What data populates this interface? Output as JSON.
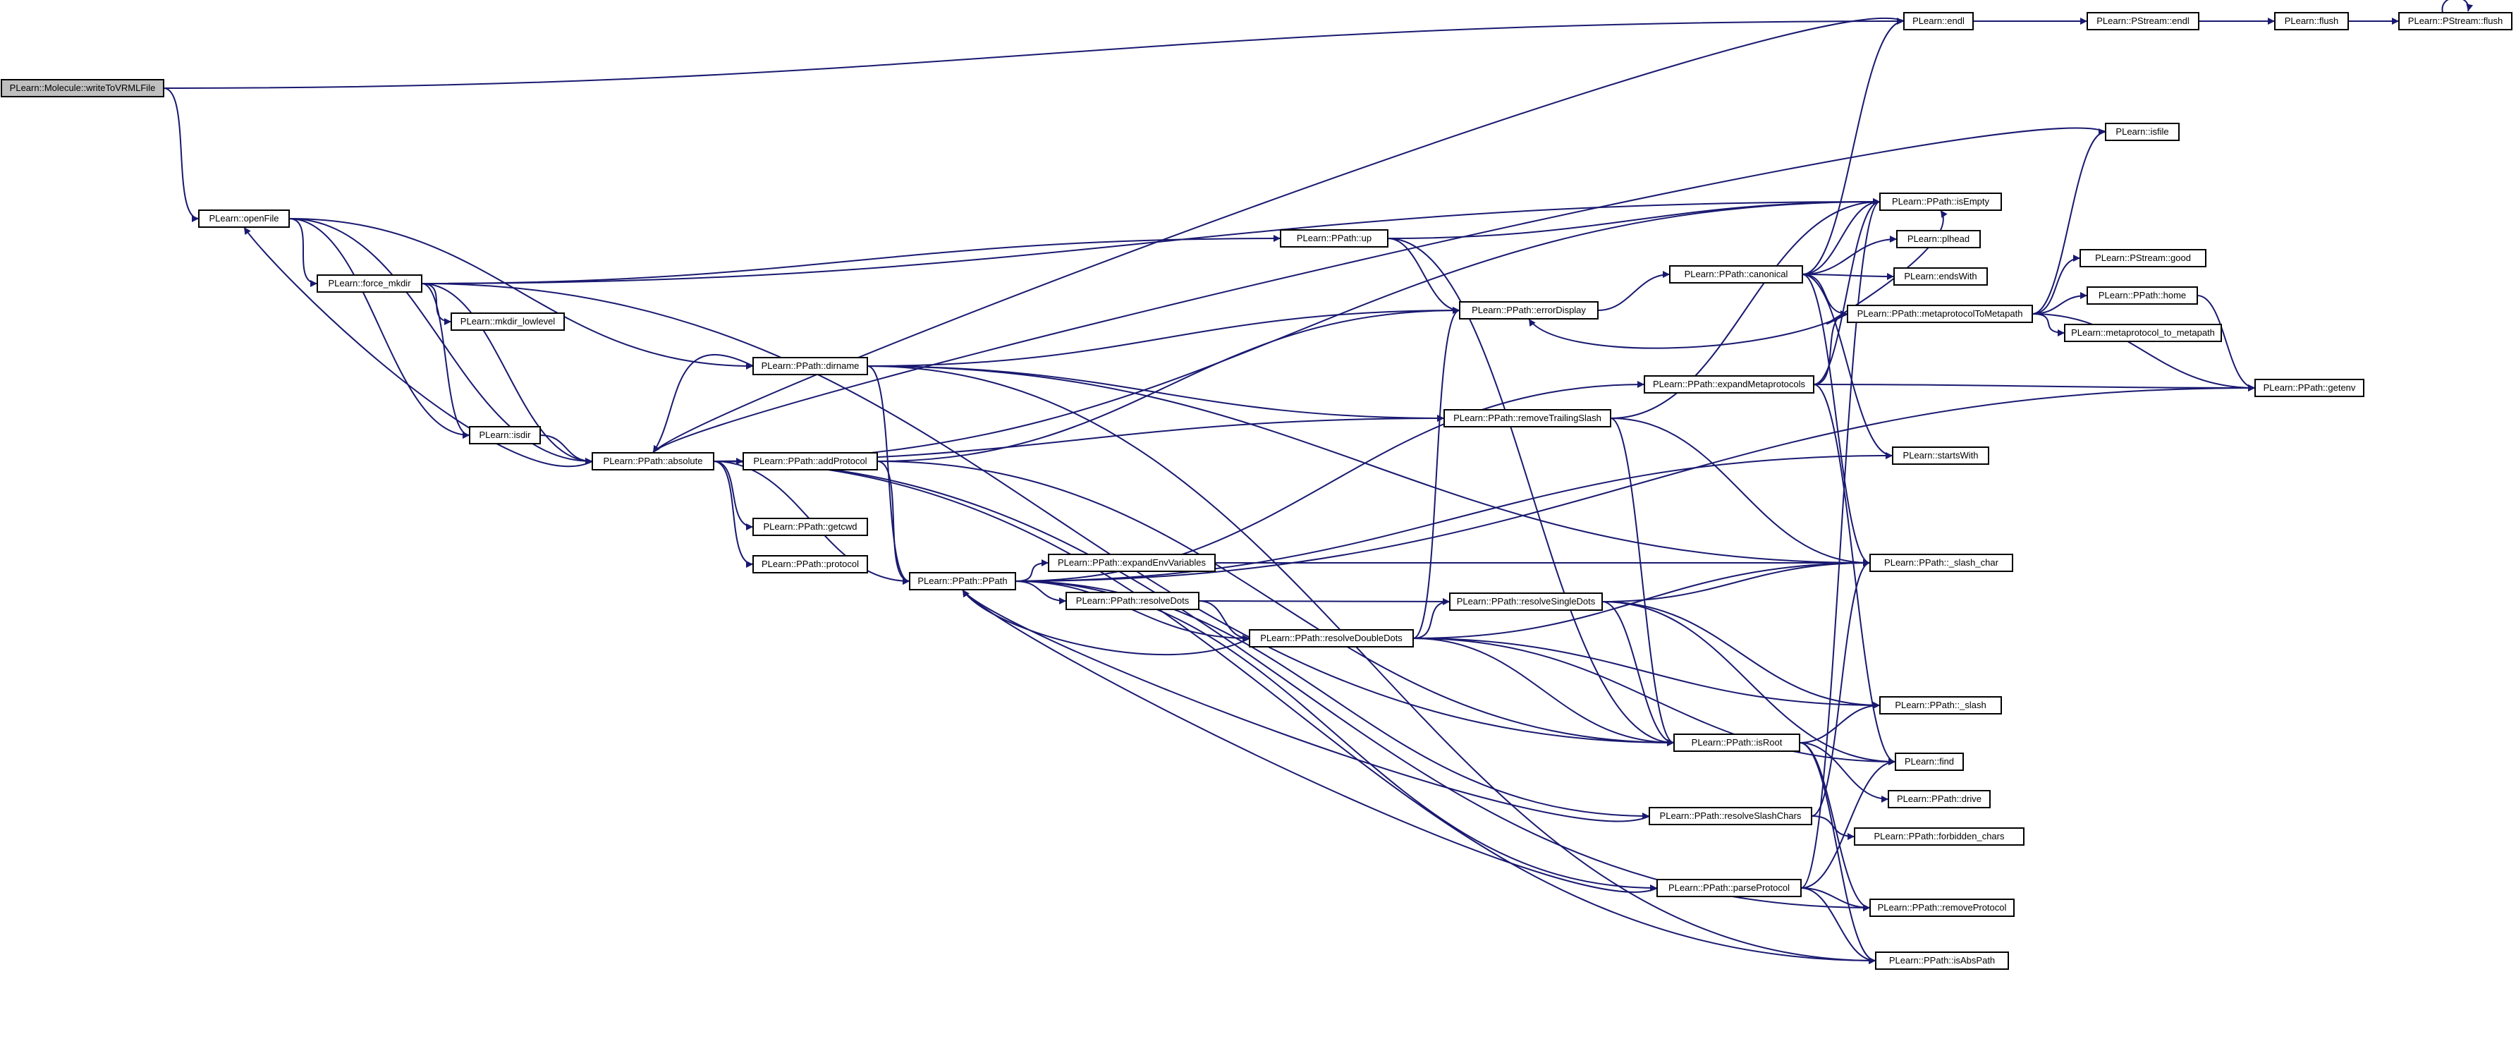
{
  "diagram": {
    "title": "",
    "nodes": [
      {
        "id": "writeToVRMLFile",
        "label": "PLearn::Molecule::writeToVRMLFile",
        "root": true
      },
      {
        "id": "openFile",
        "label": "PLearn::openFile"
      },
      {
        "id": "force_mkdir",
        "label": "PLearn::force_mkdir"
      },
      {
        "id": "mkdir_lowlevel",
        "label": "PLearn::mkdir_lowlevel"
      },
      {
        "id": "isdir",
        "label": "PLearn::isdir"
      },
      {
        "id": "absolute",
        "label": "PLearn::PPath::absolute"
      },
      {
        "id": "dirname",
        "label": "PLearn::PPath::dirname"
      },
      {
        "id": "addProtocol",
        "label": "PLearn::PPath::addProtocol"
      },
      {
        "id": "getcwd",
        "label": "PLearn::PPath::getcwd"
      },
      {
        "id": "protocol",
        "label": "PLearn::PPath::protocol"
      },
      {
        "id": "PPath",
        "label": "PLearn::PPath::PPath"
      },
      {
        "id": "expandEnvVariables",
        "label": "PLearn::PPath::expandEnvVariables"
      },
      {
        "id": "resolveDots",
        "label": "PLearn::PPath::resolveDots"
      },
      {
        "id": "resolveDoubleDots",
        "label": "PLearn::PPath::resolveDoubleDots"
      },
      {
        "id": "up",
        "label": "PLearn::PPath::up"
      },
      {
        "id": "errorDisplay",
        "label": "PLearn::PPath::errorDisplay"
      },
      {
        "id": "removeTrailingSlash",
        "label": "PLearn::PPath::removeTrailingSlash"
      },
      {
        "id": "resolveSingleDots",
        "label": "PLearn::PPath::resolveSingleDots"
      },
      {
        "id": "canonical",
        "label": "PLearn::PPath::canonical"
      },
      {
        "id": "expandMetaprotocols",
        "label": "PLearn::PPath::expandMetaprotocols"
      },
      {
        "id": "isRoot",
        "label": "PLearn::PPath::isRoot"
      },
      {
        "id": "resolveSlashChars",
        "label": "PLearn::PPath::resolveSlashChars"
      },
      {
        "id": "parseProtocol",
        "label": "PLearn::PPath::parseProtocol"
      },
      {
        "id": "endl",
        "label": "PLearn::endl"
      },
      {
        "id": "isEmpty",
        "label": "PLearn::PPath::isEmpty"
      },
      {
        "id": "plhead",
        "label": "PLearn::plhead"
      },
      {
        "id": "endsWith",
        "label": "PLearn::endsWith"
      },
      {
        "id": "metaprotocolToMetapath",
        "label": "PLearn::PPath::metaprotocolToMetapath"
      },
      {
        "id": "startsWith",
        "label": "PLearn::startsWith"
      },
      {
        "id": "slash_char",
        "label": "PLearn::PPath::_slash_char"
      },
      {
        "id": "slash",
        "label": "PLearn::PPath::_slash"
      },
      {
        "id": "find",
        "label": "PLearn::find"
      },
      {
        "id": "drive",
        "label": "PLearn::PPath::drive"
      },
      {
        "id": "forbidden_chars",
        "label": "PLearn::PPath::forbidden_chars"
      },
      {
        "id": "removeProtocol",
        "label": "PLearn::PPath::removeProtocol"
      },
      {
        "id": "isAbsPath",
        "label": "PLearn::PPath::isAbsPath"
      },
      {
        "id": "PStream_endl",
        "label": "PLearn::PStream::endl"
      },
      {
        "id": "flush",
        "label": "PLearn::flush"
      },
      {
        "id": "PStream_flush",
        "label": "PLearn::PStream::flush"
      },
      {
        "id": "isfile",
        "label": "PLearn::isfile"
      },
      {
        "id": "PStream_good",
        "label": "PLearn::PStream::good"
      },
      {
        "id": "home",
        "label": "PLearn::PPath::home"
      },
      {
        "id": "metaprotocol_to_metapath",
        "label": "PLearn::metaprotocol_to_metapath"
      },
      {
        "id": "getenv",
        "label": "PLearn::PPath::getenv"
      }
    ],
    "edges": [
      [
        "writeToVRMLFile",
        "endl"
      ],
      [
        "writeToVRMLFile",
        "openFile"
      ],
      [
        "endl",
        "PStream_endl"
      ],
      [
        "PStream_endl",
        "flush"
      ],
      [
        "flush",
        "PStream_flush"
      ],
      [
        "PStream_flush",
        "PStream_flush"
      ],
      [
        "openFile",
        "force_mkdir"
      ],
      [
        "openFile",
        "isdir"
      ],
      [
        "openFile",
        "absolute"
      ],
      [
        "openFile",
        "dirname"
      ],
      [
        "force_mkdir",
        "mkdir_lowlevel"
      ],
      [
        "force_mkdir",
        "isdir"
      ],
      [
        "force_mkdir",
        "absolute"
      ],
      [
        "force_mkdir",
        "isEmpty"
      ],
      [
        "force_mkdir",
        "up"
      ],
      [
        "force_mkdir",
        "isRoot"
      ],
      [
        "isdir",
        "absolute"
      ],
      [
        "absolute",
        "addProtocol"
      ],
      [
        "absolute",
        "getcwd"
      ],
      [
        "absolute",
        "protocol"
      ],
      [
        "absolute",
        "PPath"
      ],
      [
        "absolute",
        "isEmpty"
      ],
      [
        "absolute",
        "removeTrailingSlash"
      ],
      [
        "absolute",
        "isAbsPath"
      ],
      [
        "absolute",
        "removeProtocol"
      ],
      [
        "absolute",
        "openFile"
      ],
      [
        "dirname",
        "PPath"
      ],
      [
        "dirname",
        "errorDisplay"
      ],
      [
        "dirname",
        "removeTrailingSlash"
      ],
      [
        "dirname",
        "slash_char"
      ],
      [
        "dirname",
        "absolute"
      ],
      [
        "dirname",
        "isAbsPath"
      ],
      [
        "addProtocol",
        "PPath"
      ],
      [
        "addProtocol",
        "errorDisplay"
      ],
      [
        "addProtocol",
        "isRoot"
      ],
      [
        "PPath",
        "expandEnvVariables"
      ],
      [
        "PPath",
        "resolveDots"
      ],
      [
        "PPath",
        "resolveDoubleDots"
      ],
      [
        "PPath",
        "expandMetaprotocols"
      ],
      [
        "PPath",
        "startsWith"
      ],
      [
        "PPath",
        "getenv"
      ],
      [
        "PPath",
        "parseProtocol"
      ],
      [
        "PPath",
        "resolveSlashChars"
      ],
      [
        "expandEnvVariables",
        "slash_char"
      ],
      [
        "resolveDots",
        "resolveDoubleDots"
      ],
      [
        "resolveDots",
        "resolveSingleDots"
      ],
      [
        "resolveDoubleDots",
        "PPath"
      ],
      [
        "resolveDoubleDots",
        "errorDisplay"
      ],
      [
        "resolveDoubleDots",
        "resolveSingleDots"
      ],
      [
        "resolveDoubleDots",
        "slash_char"
      ],
      [
        "resolveDoubleDots",
        "slash"
      ],
      [
        "resolveDoubleDots",
        "isRoot"
      ],
      [
        "resolveDoubleDots",
        "find"
      ],
      [
        "up",
        "isEmpty"
      ],
      [
        "up",
        "errorDisplay"
      ],
      [
        "up",
        "isRoot"
      ],
      [
        "errorDisplay",
        "canonical"
      ],
      [
        "removeTrailingSlash",
        "isEmpty"
      ],
      [
        "removeTrailingSlash",
        "isRoot"
      ],
      [
        "removeTrailingSlash",
        "slash_char"
      ],
      [
        "resolveSingleDots",
        "slash_char"
      ],
      [
        "resolveSingleDots",
        "slash"
      ],
      [
        "resolveSingleDots",
        "isRoot"
      ],
      [
        "resolveSingleDots",
        "find"
      ],
      [
        "canonical",
        "endl"
      ],
      [
        "canonical",
        "isEmpty"
      ],
      [
        "canonical",
        "plhead"
      ],
      [
        "canonical",
        "endsWith"
      ],
      [
        "canonical",
        "metaprotocolToMetapath"
      ],
      [
        "canonical",
        "startsWith"
      ],
      [
        "canonical",
        "slash_char"
      ],
      [
        "metaprotocolToMetapath",
        "isfile"
      ],
      [
        "metaprotocolToMetapath",
        "PStream_good"
      ],
      [
        "metaprotocolToMetapath",
        "home"
      ],
      [
        "metaprotocolToMetapath",
        "metaprotocol_to_metapath"
      ],
      [
        "metaprotocolToMetapath",
        "getenv"
      ],
      [
        "metaprotocolToMetapath",
        "isEmpty"
      ],
      [
        "metaprotocolToMetapath",
        "errorDisplay"
      ],
      [
        "isfile",
        "absolute"
      ],
      [
        "home",
        "getenv"
      ],
      [
        "expandMetaprotocols",
        "metaprotocolToMetapath"
      ],
      [
        "expandMetaprotocols",
        "getenv"
      ],
      [
        "expandMetaprotocols",
        "isEmpty"
      ],
      [
        "expandMetaprotocols",
        "find"
      ],
      [
        "isRoot",
        "slash"
      ],
      [
        "isRoot",
        "drive"
      ],
      [
        "isRoot",
        "removeProtocol"
      ],
      [
        "isRoot",
        "isAbsPath"
      ],
      [
        "resolveSlashChars",
        "PPath"
      ],
      [
        "resolveSlashChars",
        "forbidden_chars"
      ],
      [
        "resolveSlashChars",
        "slash_char"
      ],
      [
        "parseProtocol",
        "PPath"
      ],
      [
        "parseProtocol",
        "removeProtocol"
      ],
      [
        "parseProtocol",
        "isAbsPath"
      ],
      [
        "parseProtocol",
        "find"
      ],
      [
        "parseProtocol",
        "isEmpty"
      ],
      [
        "endl",
        "absolute"
      ]
    ]
  }
}
